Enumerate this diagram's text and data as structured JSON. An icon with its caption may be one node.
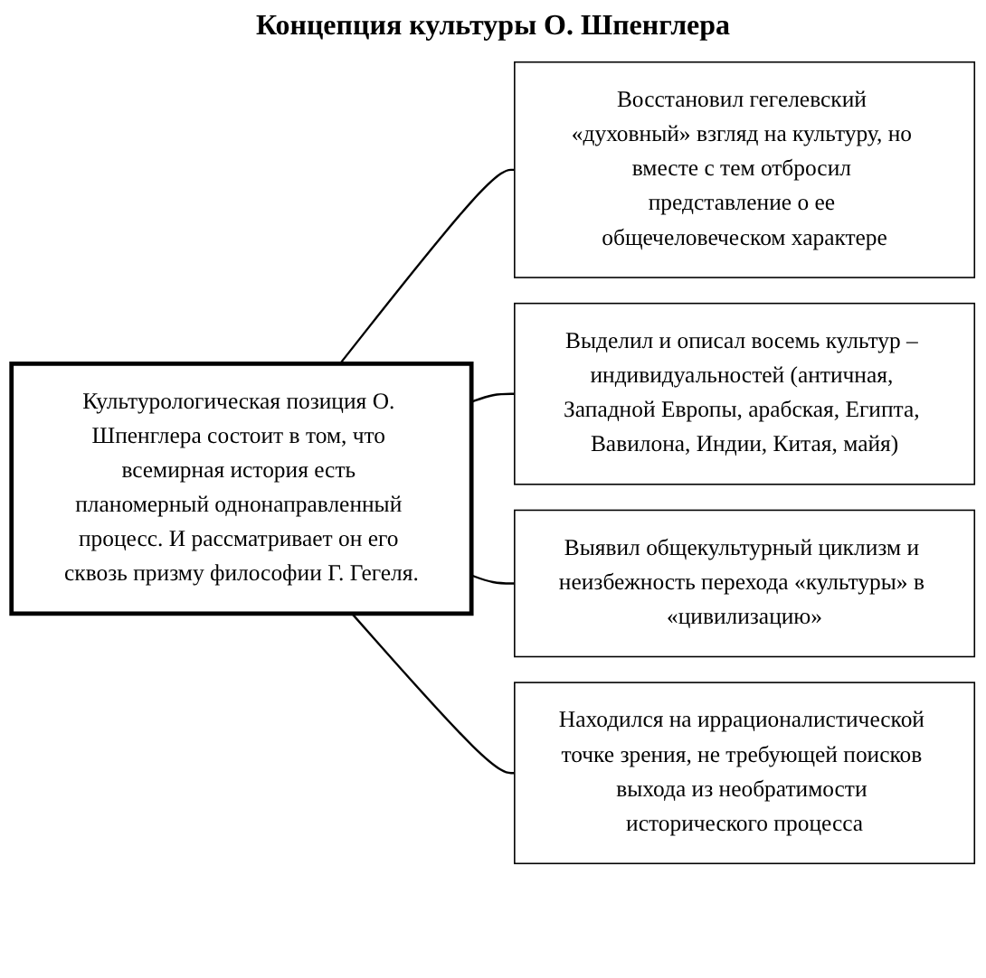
{
  "diagram": {
    "title": "Концепция культуры О. Шпенглера",
    "nodes": [
      {
        "text": [
          "Культурологическая позиция О. Шпенглера состоит в том, что всемирная история есть планомерный однонаправленный процесс. И рассматривает он его сквозь призму философии Г. Гегеля."
        ]
      },
      {
        "text": [
          "Восстановил гегелевский «духовный» взгляд на культуру, но вместе с тем отбросил представление о ее общечеловеческом характере"
        ]
      },
      {
        "text": [
          "Выделил и описал восемь культур – индивидуальностей (античная, Западной Европы, арабская, Египта, Вавилона, Индии, Китая, майя)"
        ]
      },
      {
        "text": [
          "Выявил общекультурный циклизм и неизбежность перехода «культуры» в «цивилизацию»"
        ]
      },
      {
        "text": [
          "Находился на иррационалистической точке зрения, не требующей поисков выхода из необратимости исторического процесса"
        ]
      }
    ],
    "edges": [
      {
        "from": 0,
        "to": 1,
        "arrow": "none"
      },
      {
        "from": 0,
        "to": 2,
        "arrow": "none"
      },
      {
        "from": 0,
        "to": 3,
        "arrow": "none"
      },
      {
        "from": 0,
        "to": 4,
        "arrow": "none"
      }
    ]
  }
}
